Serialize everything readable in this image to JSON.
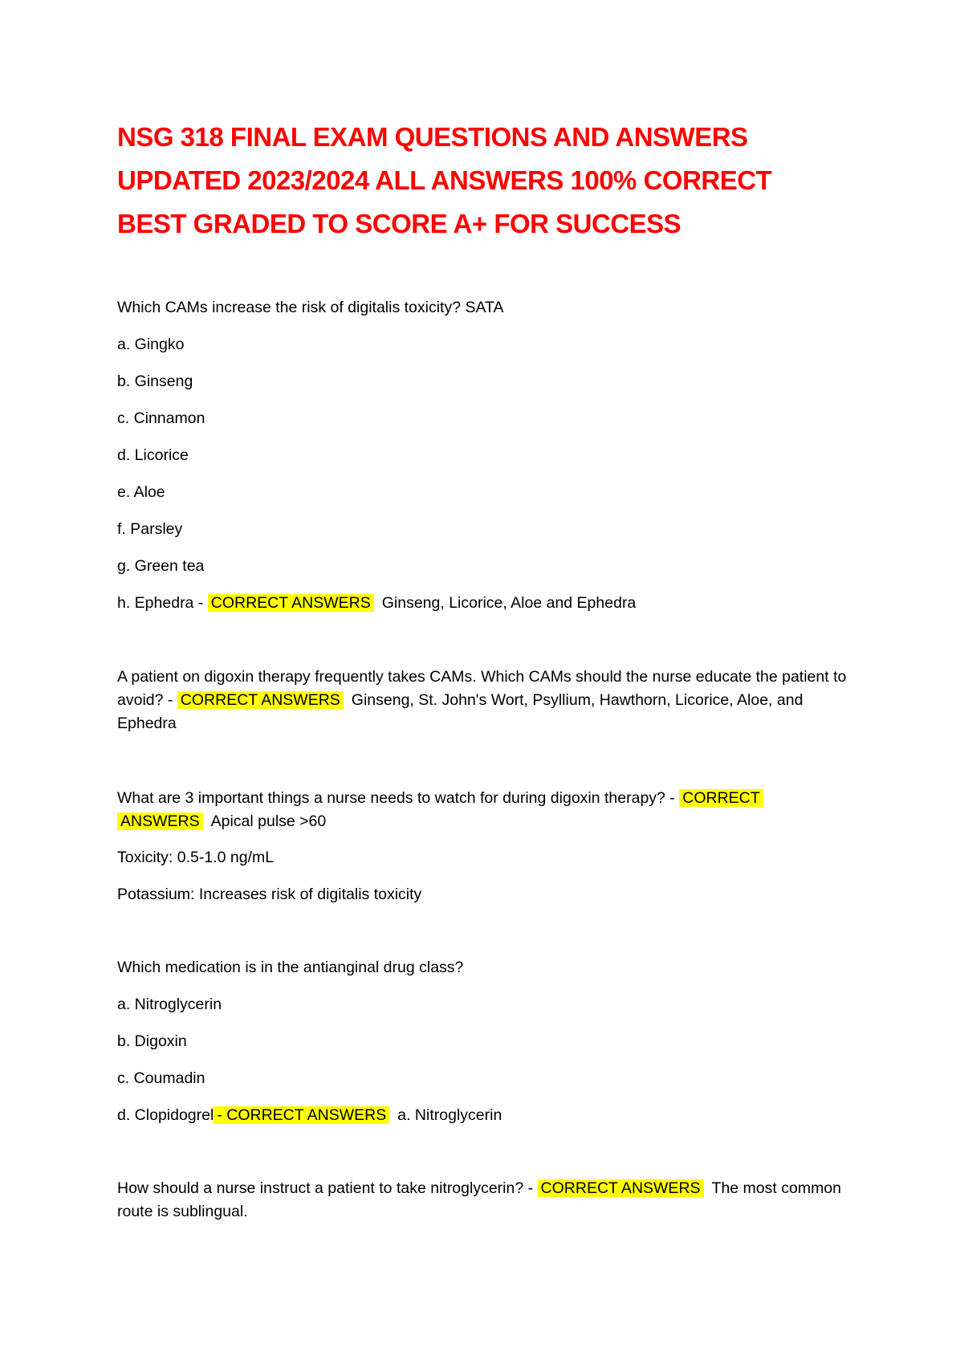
{
  "title": {
    "line1": "NSG 318 FINAL EXAM QUESTIONS AND ANSWERS",
    "line2": "UPDATED 2023/2024 ALL ANSWERS 100% CORRECT",
    "line3": "BEST GRADED TO SCORE A+ FOR SUCCESS"
  },
  "colors": {
    "title": "#ff0000",
    "highlight": "#ffff00"
  },
  "q1": {
    "question": "Which CAMs increase the risk of digitalis toxicity? SATA",
    "options": [
      "a. Gingko",
      "b. Ginseng",
      "c. Cinnamon",
      "d. Licorice",
      "e. Aloe",
      "f. Parsley",
      "g. Green tea"
    ],
    "last_option": "h. Ephedra - ",
    "label": "CORRECT ANSWERS",
    "answer": "Ginseng, Licorice, Aloe and Ephedra"
  },
  "q2": {
    "question": "A patient on digoxin therapy frequently takes CAMs. Which CAMs should the nurse educate the patient to avoid? - ",
    "label": "CORRECT ANSWERS",
    "answer": "Ginseng, St. John's Wort, Psyllium, Hawthorn, Licorice, Aloe, and Ephedra"
  },
  "q3": {
    "question": "What are 3 important things a nurse needs to watch for during digoxin therapy? - ",
    "label_part1": "CORRECT",
    "label_part2": "ANSWERS",
    "answer": "Apical pulse >60",
    "details": [
      "Toxicity: 0.5-1.0 ng/mL",
      "Potassium: Increases risk of digitalis toxicity"
    ]
  },
  "q4": {
    "question": "Which medication is in the antianginal drug class?",
    "options": [
      "a. Nitroglycerin",
      "b. Digoxin",
      "c. Coumadin"
    ],
    "last_option": "d. Clopidogrel",
    "label": "-  CORRECT ANSWERS",
    "answer": "a. Nitroglycerin"
  },
  "q5": {
    "question": "How should a nurse instruct a patient to take nitroglycerin? - ",
    "label": "CORRECT ANSWERS",
    "answer": "The most common route is sublingual."
  }
}
